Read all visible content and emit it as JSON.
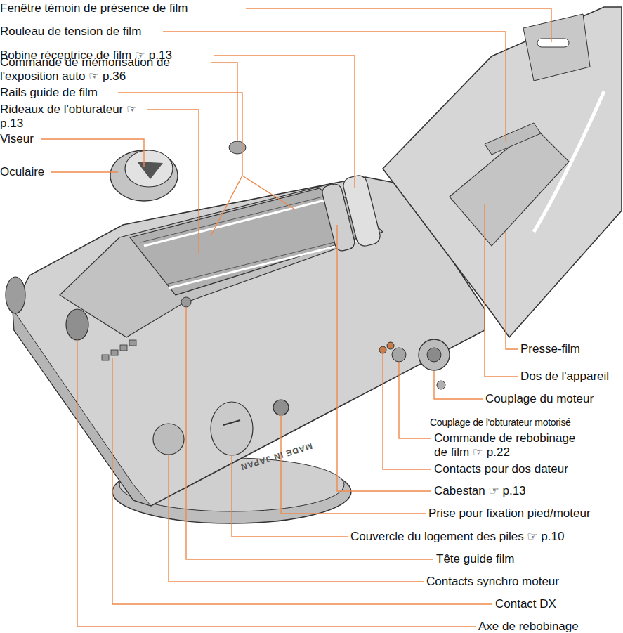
{
  "diagram": {
    "labels": [
      "Fenêtre témoin de présence de film",
      "Rouleau de tension de film",
      "Bobine réceptrice de film ☞ p.13",
      "Commande de mémorisation de l'exposition auto ☞ p.36",
      "Rails guide de film",
      "Rideaux de l'obturateur ☞ p.13",
      "Viseur",
      "Oculaire",
      "Presse-film",
      "Dos de l'appareil",
      "Couplage du moteur",
      "Couplage de l'obturateur motorisé",
      "Commande de rebobinage de film ☞ p.22",
      "Contacts pour dos dateur",
      "Cabestan ☞ p.13",
      "Prise pour fixation pied/moteur",
      "Couvercle du logement des piles ☞ p.10",
      "Tête guide film",
      "Contacts synchro moteur",
      "Contact DX",
      "Axe de rebobinage",
      "MADE IN JAPAN"
    ]
  }
}
